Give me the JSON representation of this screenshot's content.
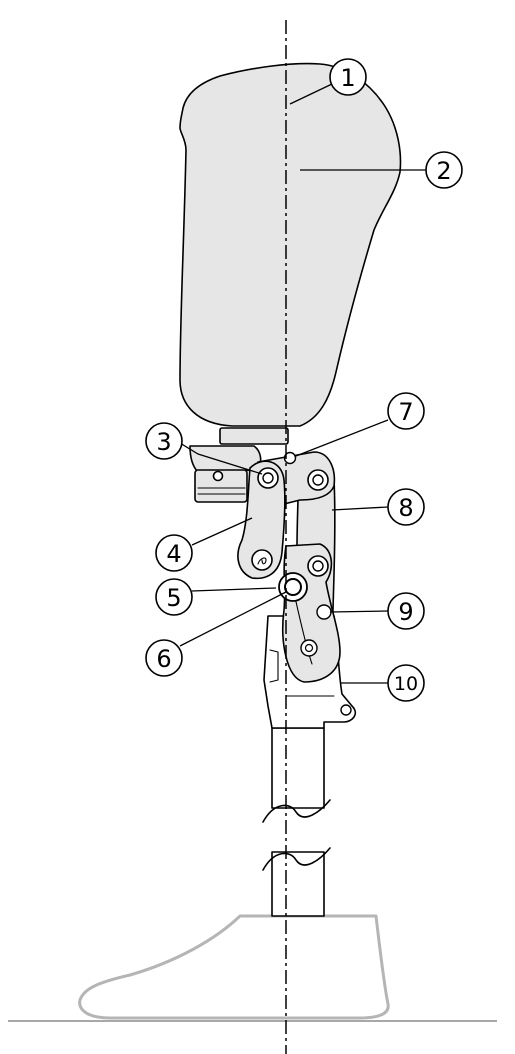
{
  "callouts": [
    {
      "label": "1"
    },
    {
      "label": "2"
    },
    {
      "label": "3"
    },
    {
      "label": "4"
    },
    {
      "label": "5"
    },
    {
      "label": "6"
    },
    {
      "label": "7"
    },
    {
      "label": "8"
    },
    {
      "label": "9"
    },
    {
      "label": "10"
    }
  ],
  "colors": {
    "outline": "#000000",
    "part_fill": "#e6e6e6",
    "foot_outline": "#b5b5b5",
    "ground_line": "#a8a8a8"
  }
}
